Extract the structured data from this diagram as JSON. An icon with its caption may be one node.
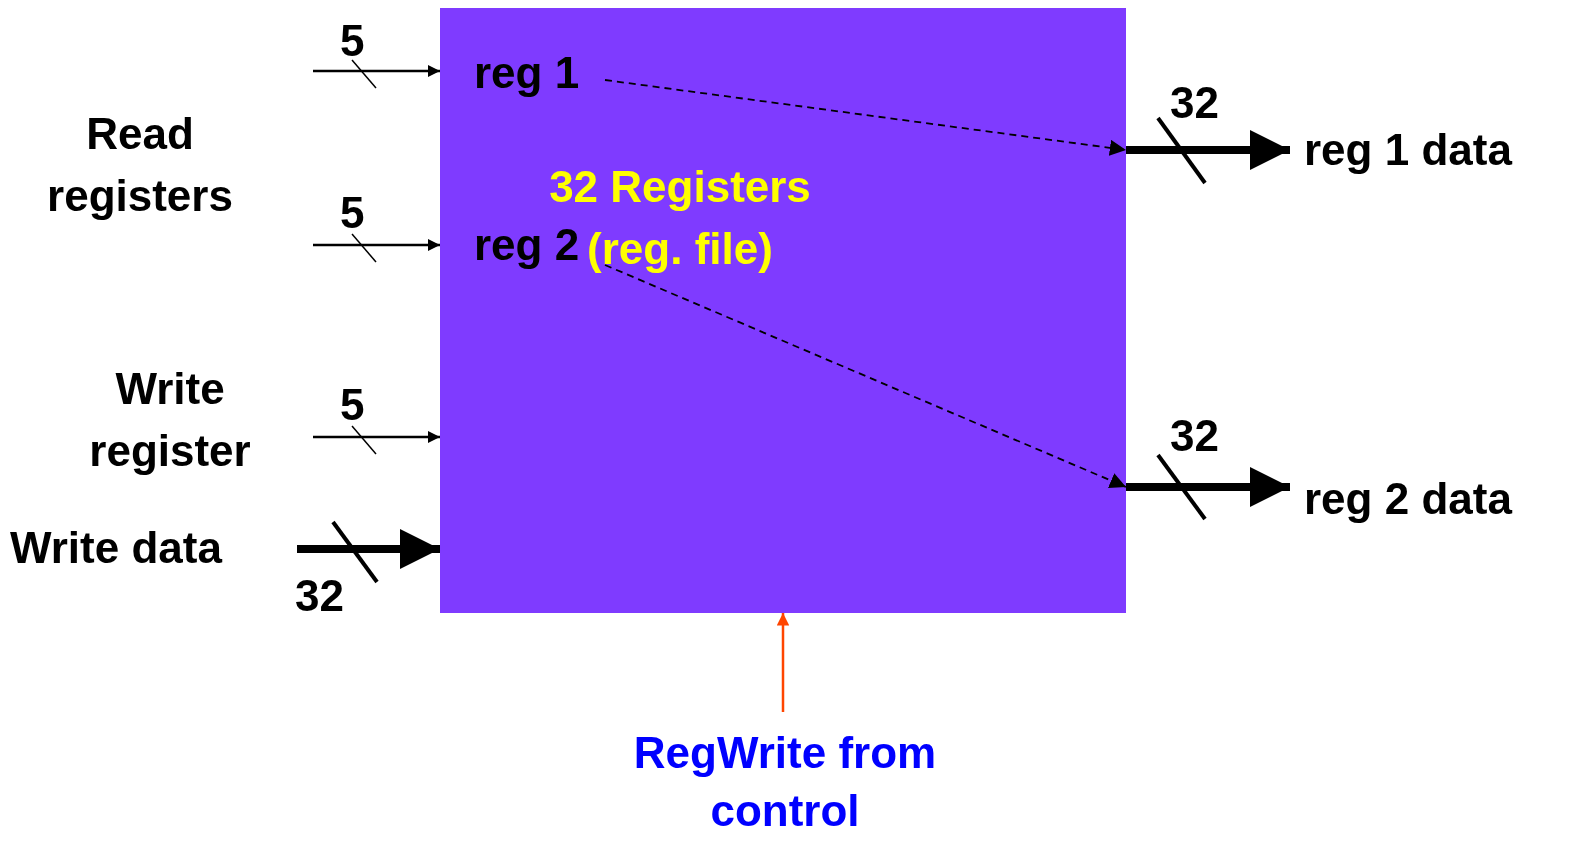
{
  "diagram": {
    "nodes": [
      {
        "text": [
          "32 Registers (reg. file)"
        ]
      },
      {
        "text": [
          "reg 1"
        ],
        "in": 0
      },
      {
        "text": [
          "reg 2"
        ],
        "in": 0
      },
      {
        "text": [
          "reg 1 data"
        ]
      },
      {
        "text": [
          "reg 2 data"
        ]
      },
      {
        "text": [
          "RegWrite from control"
        ]
      }
    ],
    "edges": [
      {
        "from": null,
        "to": 1,
        "arrow": "to"
      },
      {
        "from": null,
        "to": 2,
        "arrow": "to"
      },
      {
        "from": null,
        "to": 0,
        "arrow": "to"
      },
      {
        "from": null,
        "to": 0,
        "arrow": "to",
        "style": "thick"
      },
      {
        "from": 1,
        "to": 0,
        "arrow": "to",
        "style": "dashed"
      },
      {
        "from": 2,
        "to": 0,
        "arrow": "to",
        "style": "dashed"
      },
      {
        "from": 0,
        "to": 3,
        "arrow": "to",
        "style": "thick"
      },
      {
        "from": 0,
        "to": 4,
        "arrow": "to",
        "style": "thick"
      },
      {
        "from": 5,
        "to": 0,
        "arrow": "to",
        "color": "#ff4500"
      }
    ],
    "labels": [
      "5",
      "32",
      "Read registers",
      "5",
      "Write register",
      "5",
      "32",
      "Write data",
      "32"
    ]
  }
}
